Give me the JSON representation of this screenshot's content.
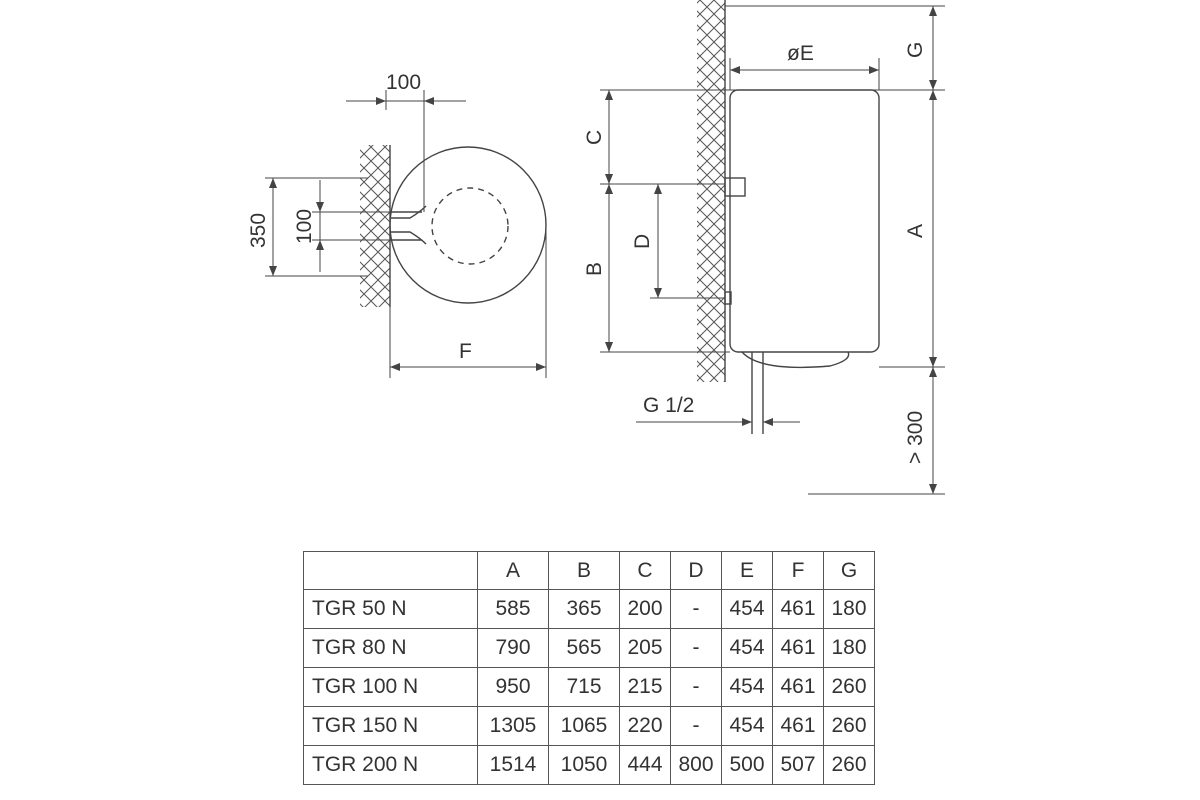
{
  "diagram": {
    "top_view": {
      "dim_100_top": "100",
      "dim_350": "350",
      "dim_100_side": "100",
      "dim_F": "F"
    },
    "side_view": {
      "dim_E": "øE",
      "dim_G": "G",
      "dim_C": "C",
      "dim_D": "D",
      "dim_B": "B",
      "dim_A": "A",
      "pipe": "G 1/2",
      "clearance": "> 300"
    }
  },
  "table": {
    "columns": [
      "",
      "A",
      "B",
      "C",
      "D",
      "E",
      "F",
      "G"
    ],
    "rows": [
      [
        "TGR 50 N",
        "585",
        "365",
        "200",
        "-",
        "454",
        "461",
        "180"
      ],
      [
        "TGR 80 N",
        "790",
        "565",
        "205",
        "-",
        "454",
        "461",
        "180"
      ],
      [
        "TGR 100 N",
        "950",
        "715",
        "215",
        "-",
        "454",
        "461",
        "260"
      ],
      [
        "TGR 150 N",
        "1305",
        "1065",
        "220",
        "-",
        "454",
        "461",
        "260"
      ],
      [
        "TGR 200 N",
        "1514",
        "1050",
        "444",
        "800",
        "500",
        "507",
        "260"
      ]
    ]
  }
}
